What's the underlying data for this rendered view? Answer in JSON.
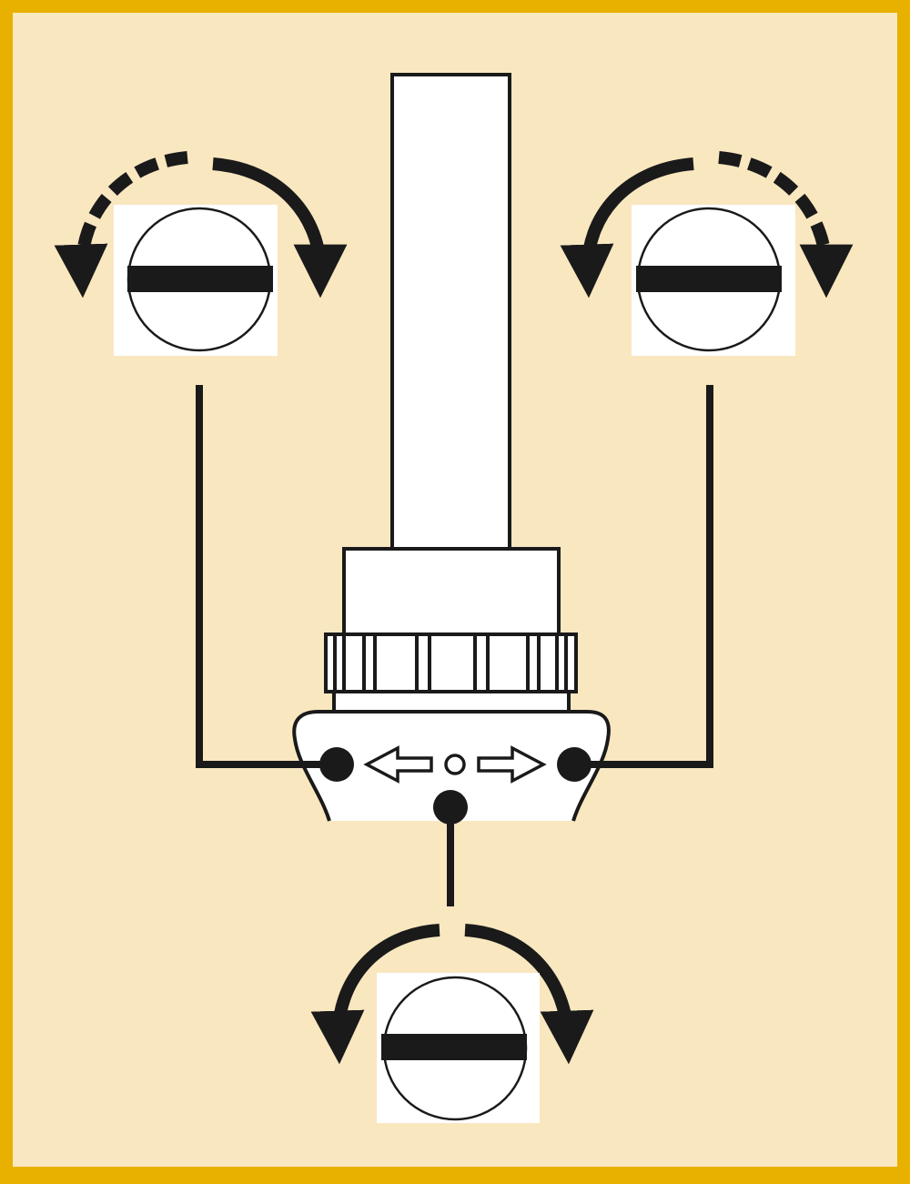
{
  "diagram": {
    "frame_color": "#E8B100",
    "background_color": "#F9E7C0",
    "line_color": "#1A1A1A",
    "panel_color": "#FFFFFF",
    "screws": [
      {
        "id": "left",
        "icon": "slotted-screw-icon",
        "rotation_hint": "both-directions-left-dashed"
      },
      {
        "id": "right",
        "icon": "slotted-screw-icon",
        "rotation_hint": "both-directions-right-dashed"
      },
      {
        "id": "bottom",
        "icon": "slotted-screw-icon",
        "rotation_hint": "both-directions-solid"
      }
    ],
    "valve_head_symbols": [
      "left-arrow-icon",
      "center-circle-icon",
      "right-arrow-icon"
    ]
  }
}
